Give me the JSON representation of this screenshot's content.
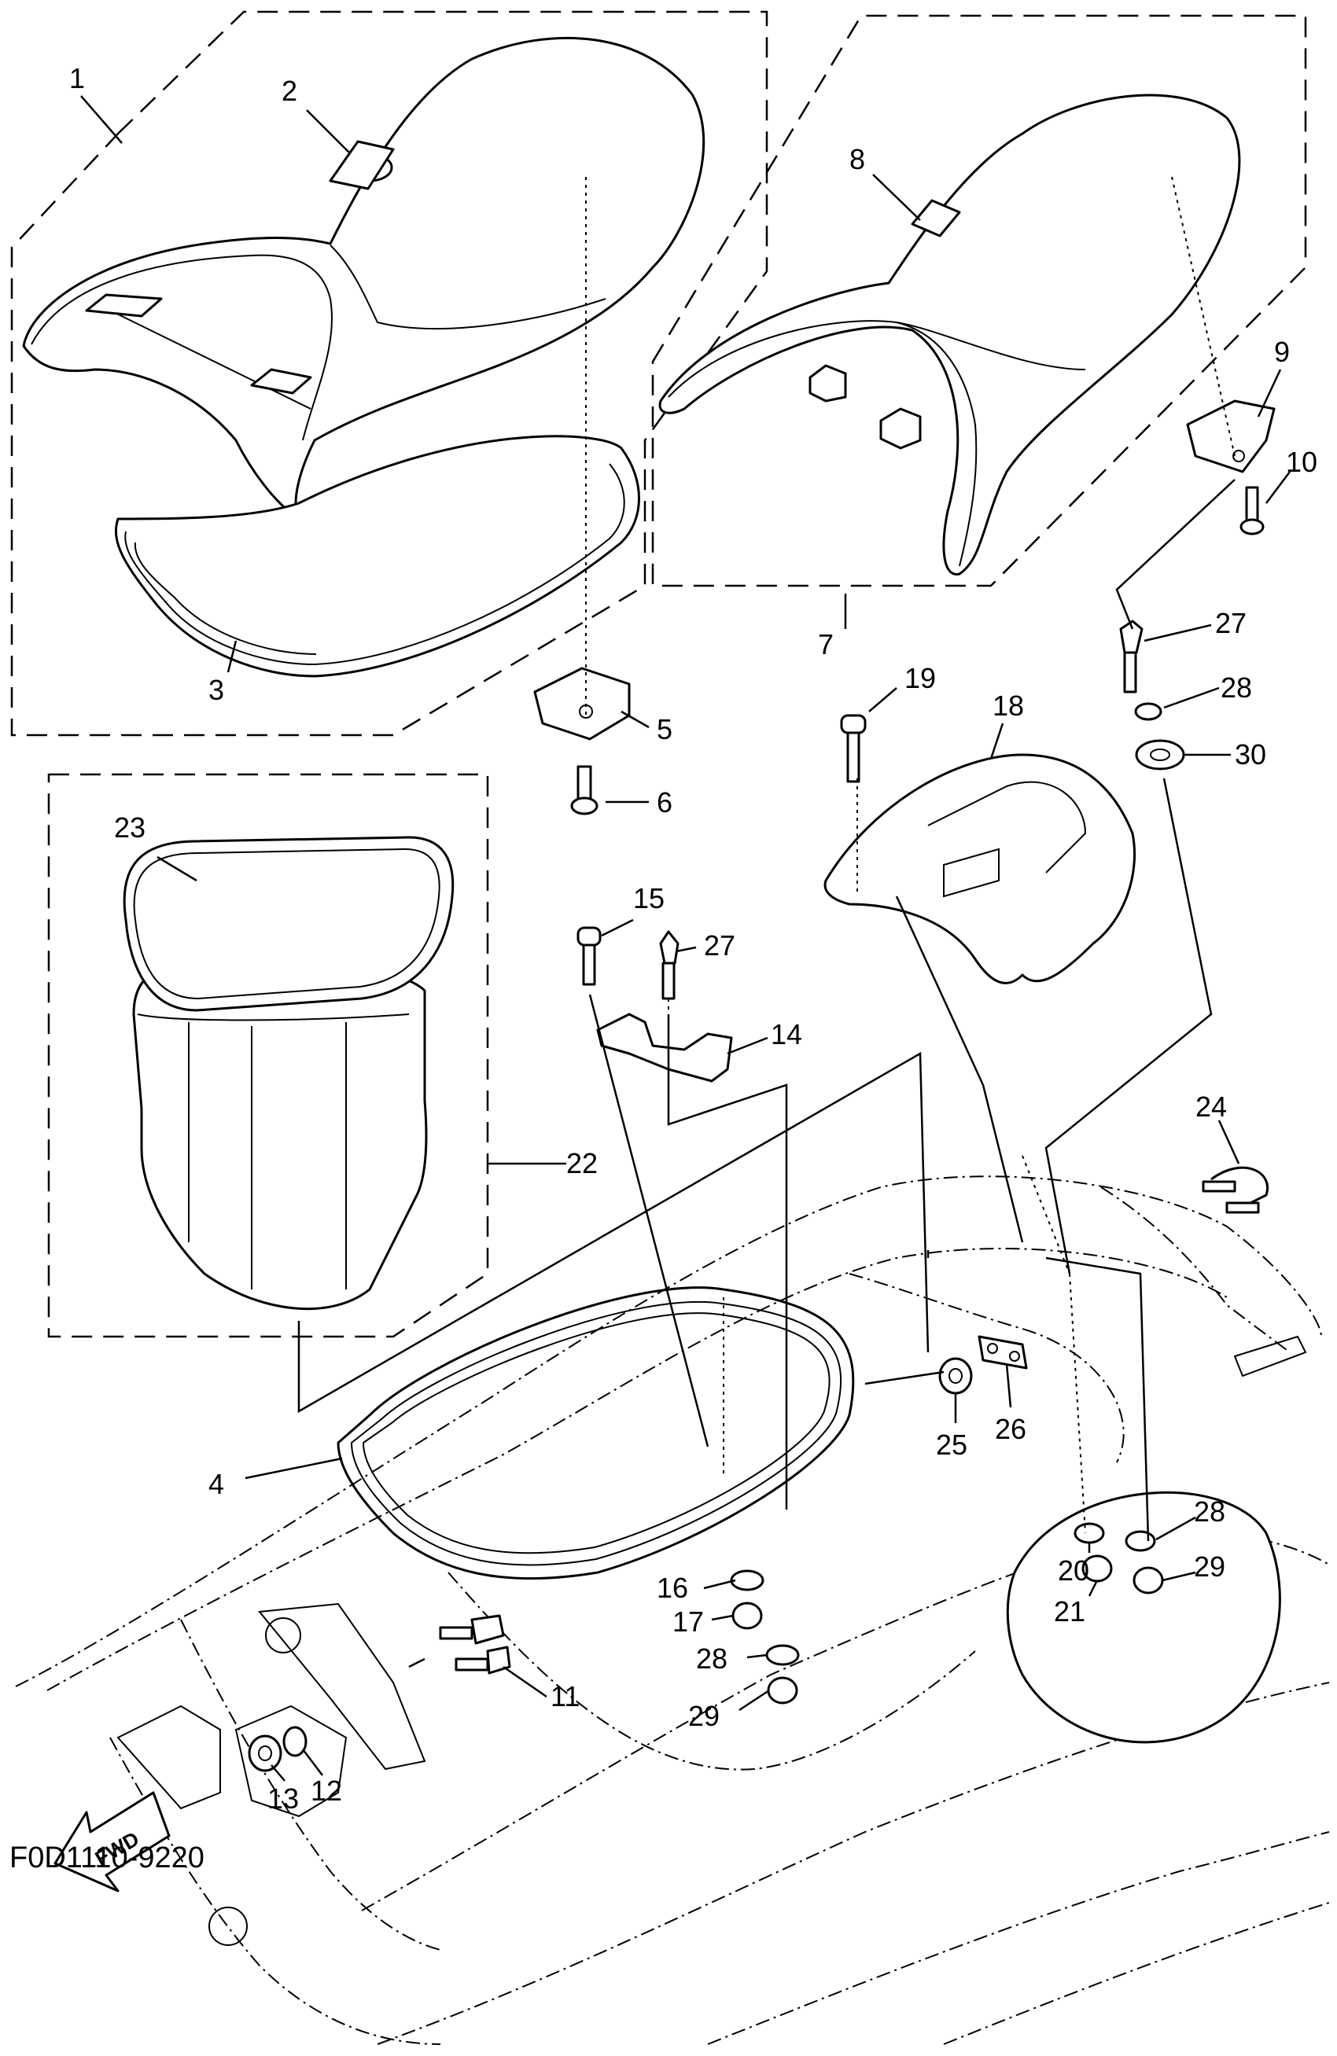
{
  "figure_code": "F0D1110-9220",
  "fwd_label": "FWD",
  "callouts": {
    "n1": "1",
    "n2": "2",
    "n3": "3",
    "n4": "4",
    "n5": "5",
    "n6": "6",
    "n7": "7",
    "n8": "8",
    "n9": "9",
    "n10": "10",
    "n11": "11",
    "n12": "12",
    "n13": "13",
    "n14": "14",
    "n15": "15",
    "n16": "16",
    "n17": "17",
    "n18": "18",
    "n19": "19",
    "n20": "20",
    "n21": "21",
    "n22": "22",
    "n23": "23",
    "n24": "24",
    "n25": "25",
    "n26": "26",
    "n27a": "27",
    "n27b": "27",
    "n28a": "28",
    "n28b": "28",
    "n28c": "28",
    "n29a": "29",
    "n29b": "29",
    "n30": "30"
  }
}
